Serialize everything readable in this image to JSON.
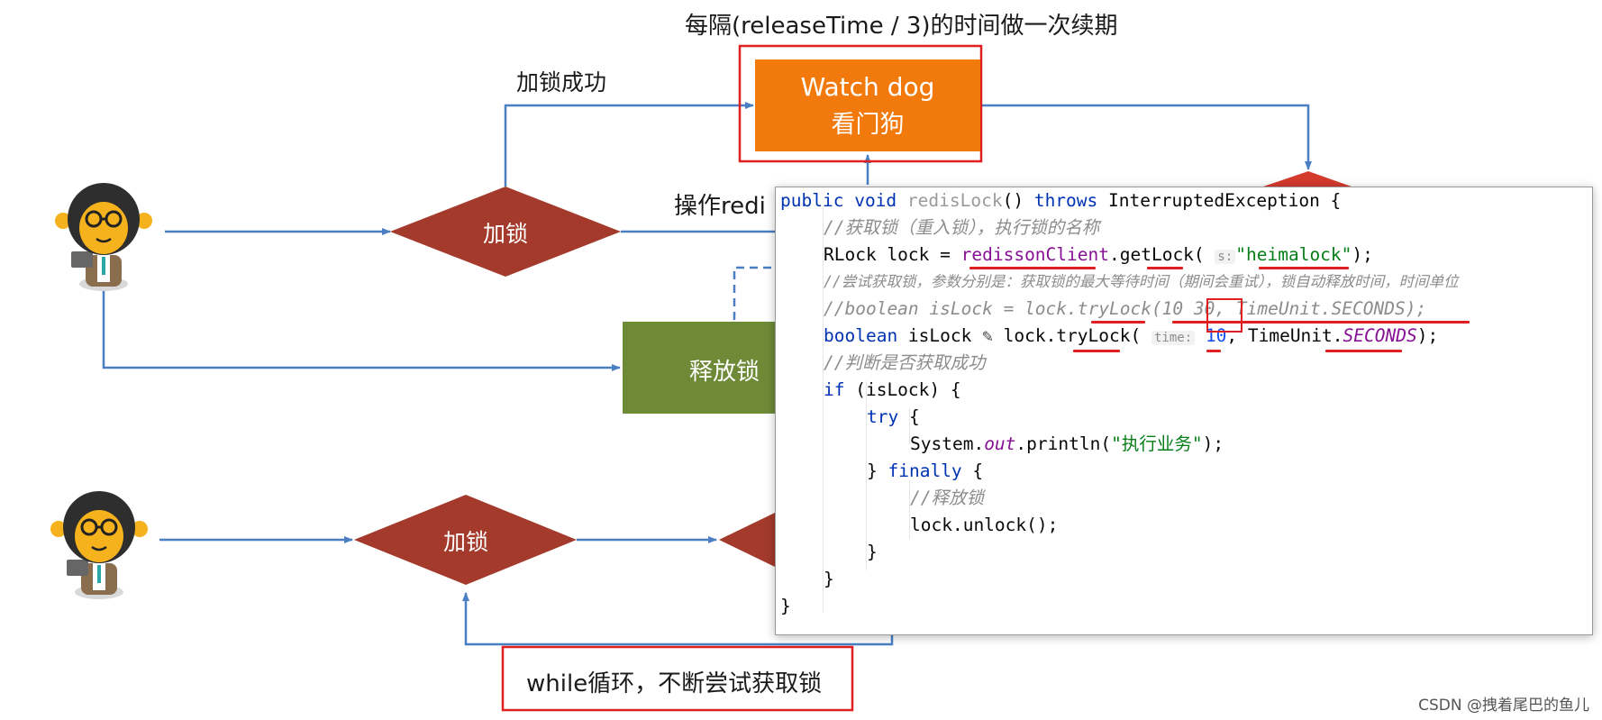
{
  "title_note": "每隔(releaseTime / 3)的时间做一次续期",
  "lock_success_label": "加锁成功",
  "watchdog": {
    "line1": "Watch dog",
    "line2": "看门狗"
  },
  "operate_label": "操作redi",
  "diamond_lock_top": "加锁",
  "diamond_lock_bottom": "加锁",
  "release_box": "释放锁",
  "while_note": "while循环，不断尝试获取锁",
  "watermark": "CSDN @拽着尾巴的鱼儿",
  "colors": {
    "watchdog": "#f27a0c",
    "diamond": "#a33a2b",
    "release": "#6f8a37",
    "arrow": "#4a7fc4",
    "highlight": "#e02020"
  },
  "code": {
    "l1_kw1": "public",
    "l1_kw2": "void",
    "l1_method": "redisLock",
    "l1_mid": "() ",
    "l1_kw3": "throws",
    "l1_exc": " InterruptedException {",
    "l2": "//获取锁（重入锁），执行锁的名称",
    "l3_a": "RLock lock = ",
    "l3_field": "redissonClient",
    "l3_b": ".getLock( ",
    "l3_hint": "s:",
    "l3_str": "\"heimalock\"",
    "l3_c": ");",
    "l4": "//尝试获取锁，参数分别是：获取锁的最大等待时间（期间会重试），锁自动释放时间，时间单位",
    "l5": "//boolean isLock = lock.tryLock(10 30, TimeUnit.SECONDS);",
    "l6_kw": "boolean",
    "l6_a": " isLock",
    "l6_b": " lock.tryLock( ",
    "l6_hint": "time:",
    "l6_num": "10",
    "l6_c": ", TimeUnit.",
    "l6_field": "SECONDS",
    "l6_d": ");",
    "l7": "//判断是否获取成功",
    "l8_kw": "if",
    "l8_rest": " (isLock) {",
    "l9_kw": "try",
    "l9_rest": " {",
    "l10_a": "System.",
    "l10_field": "out",
    "l10_b": ".println(",
    "l10_str": "\"执行业务\"",
    "l10_c": ");",
    "l11_a": "} ",
    "l11_kw": "finally",
    "l11_b": " {",
    "l12": "//释放锁",
    "l13": "lock.unlock();",
    "l14": "}",
    "l15": "}",
    "l16": "}"
  }
}
